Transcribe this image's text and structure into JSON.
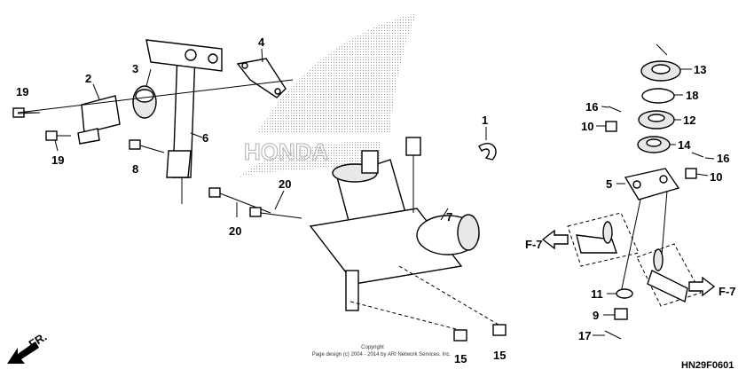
{
  "callouts": {
    "c1": "1",
    "c2": "2",
    "c3": "3",
    "c4": "4",
    "c5": "5",
    "c6": "6",
    "c7": "7",
    "c8": "8",
    "c9": "9",
    "c10a": "10",
    "c10b": "10",
    "c11": "11",
    "c12": "12",
    "c13": "13",
    "c14": "14",
    "c15a": "15",
    "c15b": "15",
    "c16a": "16",
    "c16b": "16",
    "c17": "17",
    "c18": "18",
    "c19a": "19",
    "c19b": "19",
    "c20a": "20",
    "c20b": "20"
  },
  "refs": {
    "f7_left": "F-7",
    "f7_right": "F-7",
    "front": "FR."
  },
  "copyright": {
    "line1": "Copyright",
    "line2": "Page design (c) 2004 - 2014 by ARI Network Services, Inc."
  },
  "watermark": "HONDA",
  "diagram_code": "HN29F0601"
}
